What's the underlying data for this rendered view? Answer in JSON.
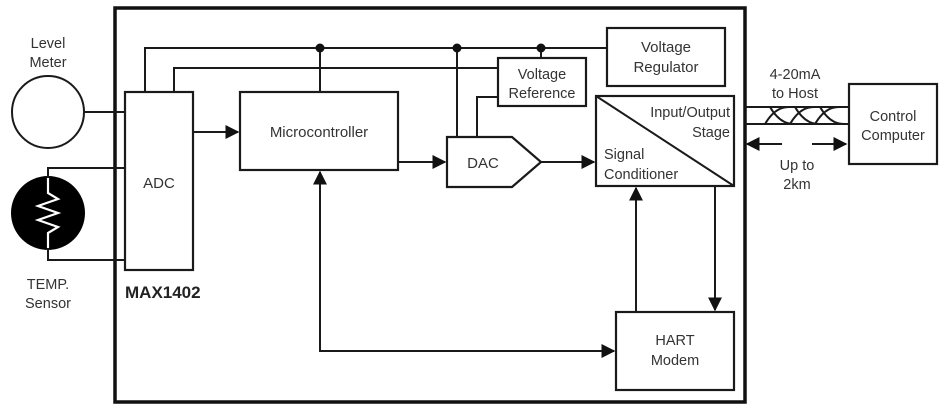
{
  "diagram": {
    "chip_label": "MAX1402",
    "blocks": {
      "adc": "ADC",
      "microcontroller": "Microcontroller",
      "dac": "DAC",
      "voltage_reference": [
        "Voltage",
        "Reference"
      ],
      "voltage_regulator": [
        "Voltage",
        "Regulator"
      ],
      "io_stage": [
        "Input/Output",
        "Stage"
      ],
      "signal_conditioner": [
        "Signal",
        "Conditioner"
      ],
      "hart_modem": [
        "HART",
        "Modem"
      ],
      "control_computer": [
        "Control",
        "Computer"
      ]
    },
    "sensors": {
      "level_meter": [
        "Level",
        "Meter"
      ],
      "temp_sensor": [
        "TEMP.",
        "Sensor"
      ]
    },
    "link": {
      "current_loop": [
        "4-20mA",
        "to Host"
      ],
      "distance": [
        "Up to",
        "2km"
      ]
    }
  }
}
